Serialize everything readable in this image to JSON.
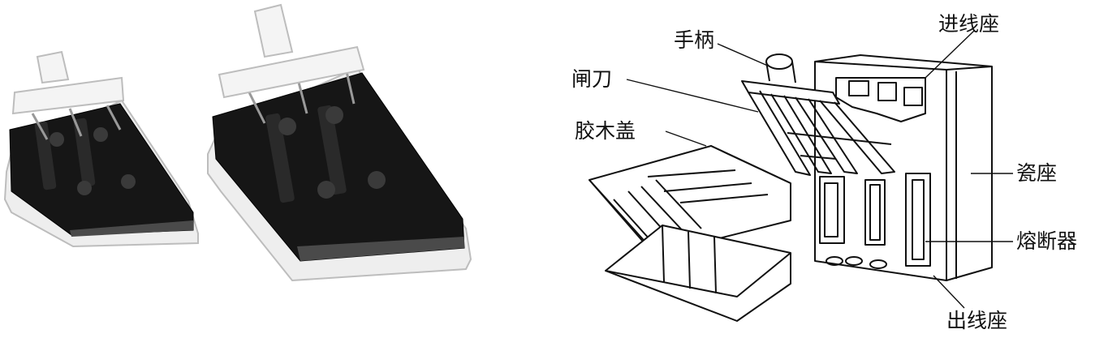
{
  "figure": {
    "labels": {
      "handle": "手柄",
      "blade": "闸刀",
      "cover": "胶木盖",
      "inlet_seat": "进线座",
      "porcelain_base": "瓷座",
      "fuse": "熔断器",
      "outlet_seat": "出线座"
    }
  }
}
